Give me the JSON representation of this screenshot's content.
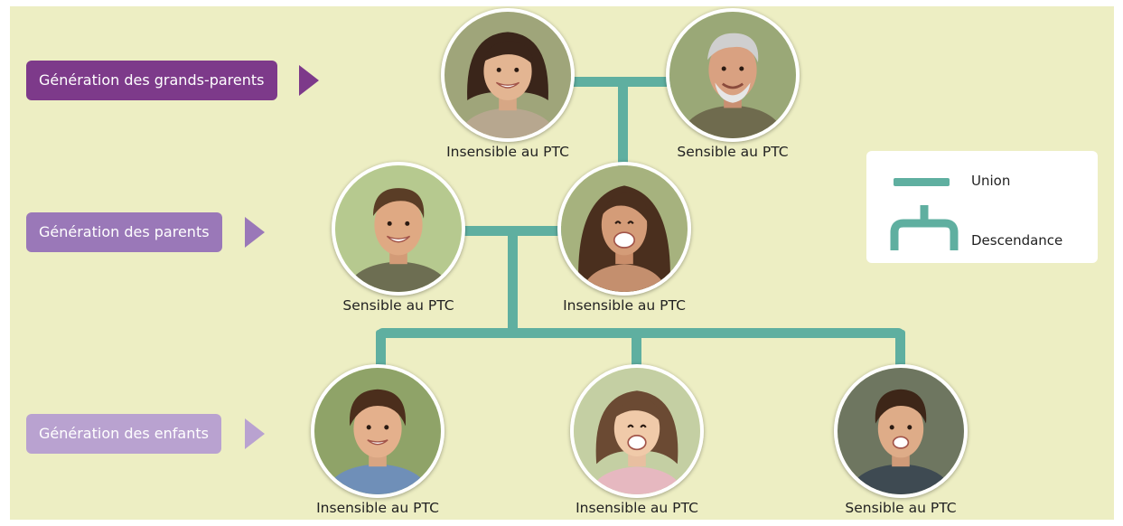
{
  "generations": [
    {
      "label": "Génération des grands-parents",
      "color": "#7d3a8a"
    },
    {
      "label": "Génération des parents",
      "color": "#9a78b8"
    },
    {
      "label": "Génération des enfants",
      "color": "#b9a2d0"
    }
  ],
  "people": {
    "grandmother": {
      "caption": "Insensible au PTC"
    },
    "grandfather": {
      "caption": "Sensible au PTC"
    },
    "father": {
      "caption": "Sensible au PTC"
    },
    "mother": {
      "caption": "Insensible au PTC"
    },
    "child1": {
      "caption": "Insensible au PTC"
    },
    "child2": {
      "caption": "Insensible au PTC"
    },
    "child3": {
      "caption": "Sensible au PTC"
    }
  },
  "legend": {
    "union_label": "Union",
    "descendance_label": "Descendance"
  },
  "colors": {
    "background": "#edeec3",
    "connector": "#5fafa0"
  }
}
